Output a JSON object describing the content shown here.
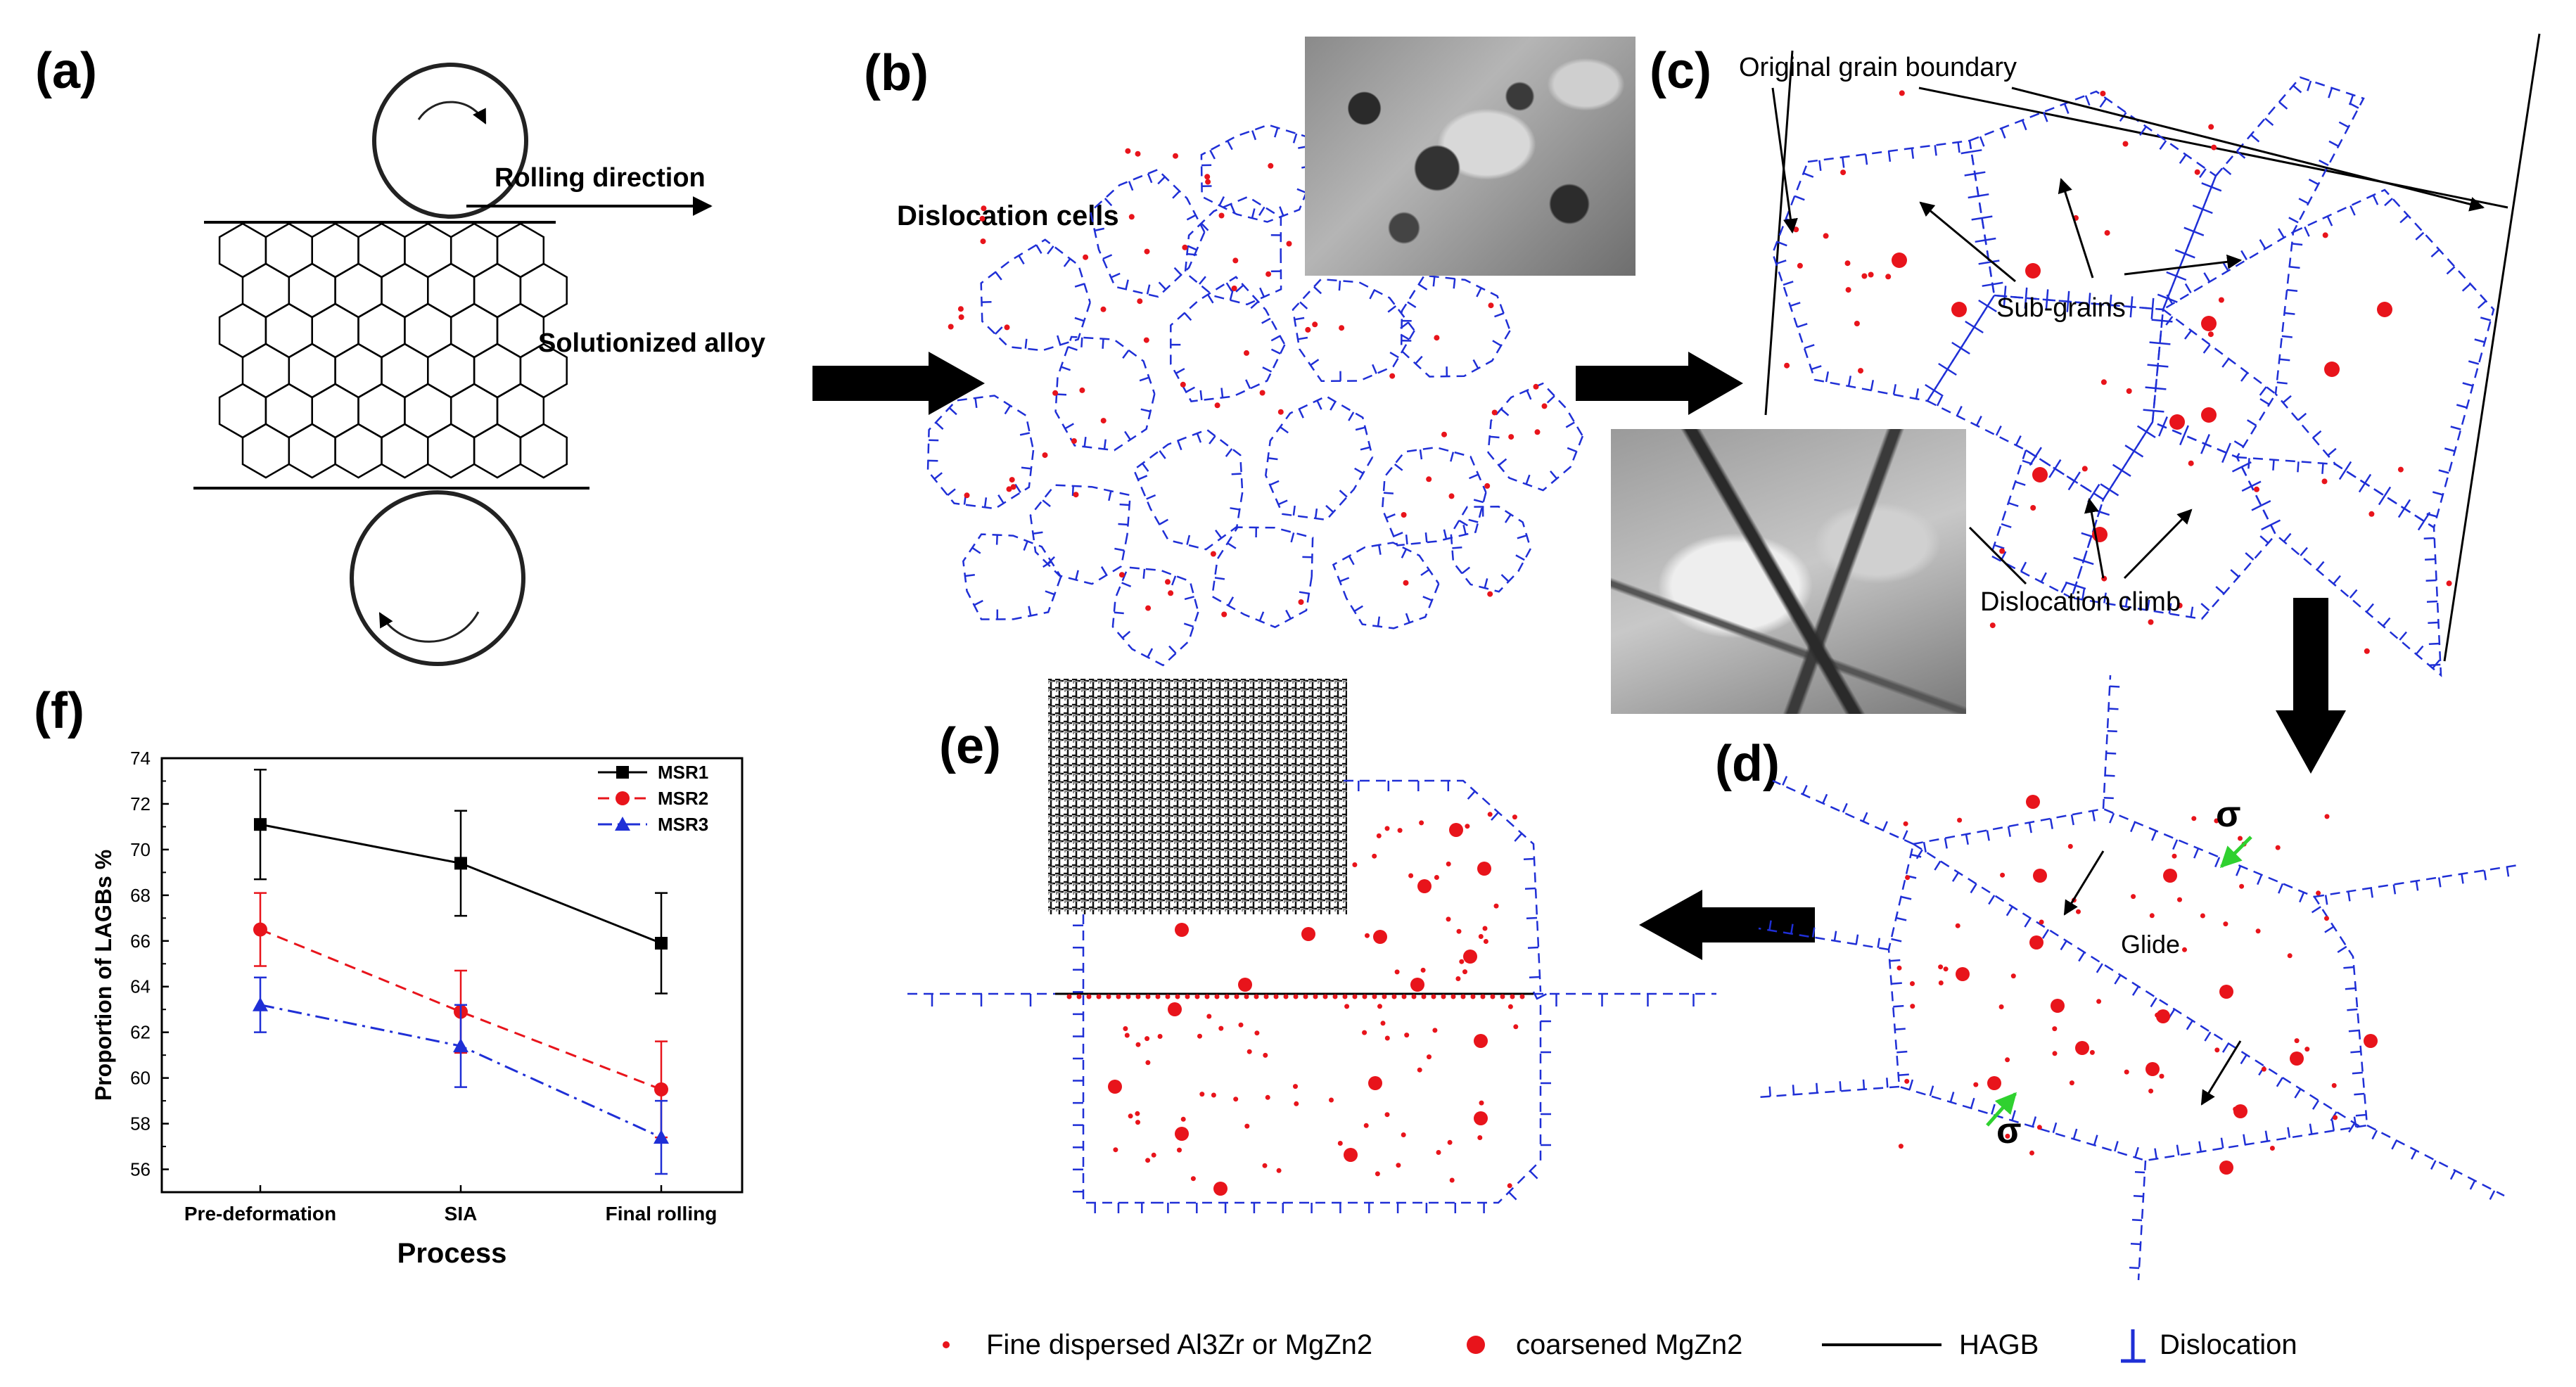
{
  "panels": {
    "a": {
      "label": "(a)",
      "rolling_direction": "Rolling direction",
      "alloy": "Solutionized alloy"
    },
    "b": {
      "label": "(b)",
      "cells": "Dislocation cells"
    },
    "c": {
      "label": "(c)",
      "grain_boundary": "Original grain boundary",
      "subgrains": "Sub-grains",
      "climb": "Dislocation climb"
    },
    "d": {
      "label": "(d)",
      "sigma_top": "σ",
      "sigma_bottom": "σ",
      "glide": "Glide"
    },
    "e": {
      "label": "(e)"
    },
    "f": {
      "label": "(f)"
    }
  },
  "legend": {
    "fine": "Fine dispersed Al3Zr or MgZn2",
    "coarse": "coarsened MgZn2",
    "hagb": "HAGB",
    "dislocation": "Dislocation"
  },
  "colors": {
    "dislocation": "#1f2fd6",
    "precipitate": "#e8141b",
    "hagb": "#000000",
    "stress_arrow": "#2fd12f"
  },
  "chart_data": {
    "type": "line",
    "xlabel": "Process",
    "ylabel": "Proportion of LAGBs %",
    "categories": [
      "Pre-deformation",
      "SIA",
      "Final rolling"
    ],
    "ylim": [
      55,
      74
    ],
    "yticks": [
      56,
      58,
      60,
      62,
      64,
      66,
      68,
      70,
      72,
      74
    ],
    "legend_position": "top-right",
    "series": [
      {
        "name": "MSR1",
        "values": [
          71.1,
          69.4,
          65.9
        ],
        "errors": [
          2.4,
          2.3,
          2.2
        ],
        "color": "#000000",
        "marker": "square",
        "dash": "solid"
      },
      {
        "name": "MSR2",
        "values": [
          66.5,
          62.9,
          59.5
        ],
        "errors": [
          1.6,
          1.8,
          2.1
        ],
        "color": "#e8141b",
        "marker": "circle",
        "dash": "dashed"
      },
      {
        "name": "MSR3",
        "values": [
          63.2,
          61.4,
          57.4
        ],
        "errors": [
          1.2,
          1.8,
          1.6
        ],
        "color": "#1f2fd6",
        "marker": "triangle",
        "dash": "dashdot"
      }
    ]
  }
}
